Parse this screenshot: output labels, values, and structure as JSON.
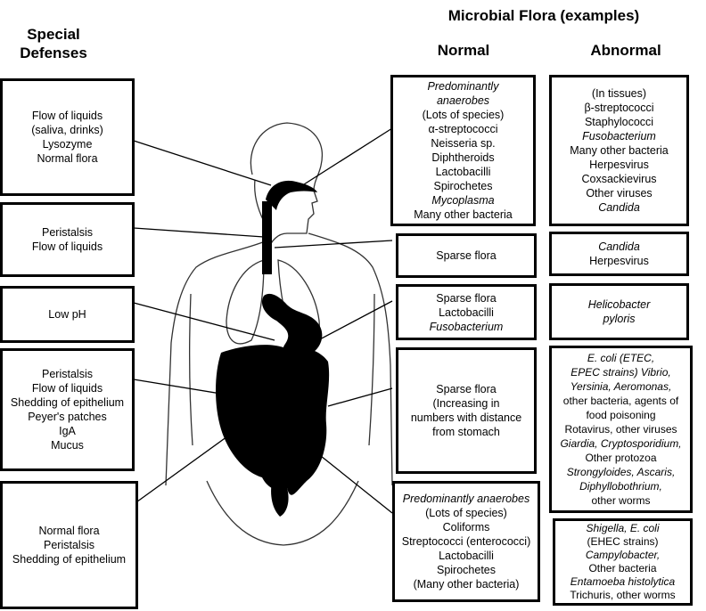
{
  "headers": {
    "special_defenses": [
      "Special",
      "Defenses"
    ],
    "microbial_flora": "Microbial Flora (examples)",
    "normal": "Normal",
    "abnormal": "Abnormal"
  },
  "defenses": [
    [
      "Flow of liquids",
      "(saliva, drinks)",
      "Lysozyme",
      "Normal flora"
    ],
    [
      "Peristalsis",
      "Flow of liquids"
    ],
    [
      "Low pH"
    ],
    [
      "Peristalsis",
      "Flow of liquids",
      "Shedding of epithelium",
      "Peyer's patches",
      "IgA",
      "Mucus"
    ],
    [
      "Normal flora",
      "Peristalsis",
      "Shedding of epithelium"
    ]
  ],
  "normal": [
    [
      "Predominantly",
      "anaerobes",
      "(Lots of species)",
      "α-streptococci",
      "Neisseria sp.",
      "Diphtheroids",
      "Lactobacilli",
      "Spirochetes",
      "Mycoplasma",
      "Many other bacteria"
    ],
    [
      "Sparse flora"
    ],
    [
      "Sparse flora",
      "Lactobacilli",
      "Fusobacterium"
    ],
    [
      "Sparse flora",
      "(Increasing in",
      "numbers with distance",
      "from stomach"
    ],
    [
      "Predominantly anaerobes",
      "(Lots of species)",
      "Coliforms",
      "Streptococci (enterococci)",
      "Lactobacilli",
      "Spirochetes",
      "(Many other bacteria)"
    ]
  ],
  "abnormal": [
    [
      "(In tissues)",
      "β-streptococci",
      "Staphylococci",
      "Fusobacterium",
      "Many other bacteria",
      "Herpesvirus",
      "Coxsackievirus",
      "Other viruses",
      "Candida"
    ],
    [
      "Candida",
      "Herpesvirus"
    ],
    [
      "Helicobacter",
      "pyloris"
    ],
    [
      "E. coli (ETEC,",
      "EPEC strains) Vibrio,",
      "Yersinia, Aeromonas,",
      "other bacteria, agents of",
      "food poisoning",
      "Rotavirus, other viruses",
      "Giardia, Cryptosporidium,",
      "Other protozoa",
      "Strongyloides, Ascaris,",
      "Diphyllobothrium,",
      "other worms"
    ],
    [
      "Shigella, E. coli",
      "(EHEC strains)",
      "Campylobacter,",
      "Other bacteria",
      "Entamoeba histolytica",
      "Trichuris, other worms"
    ]
  ]
}
